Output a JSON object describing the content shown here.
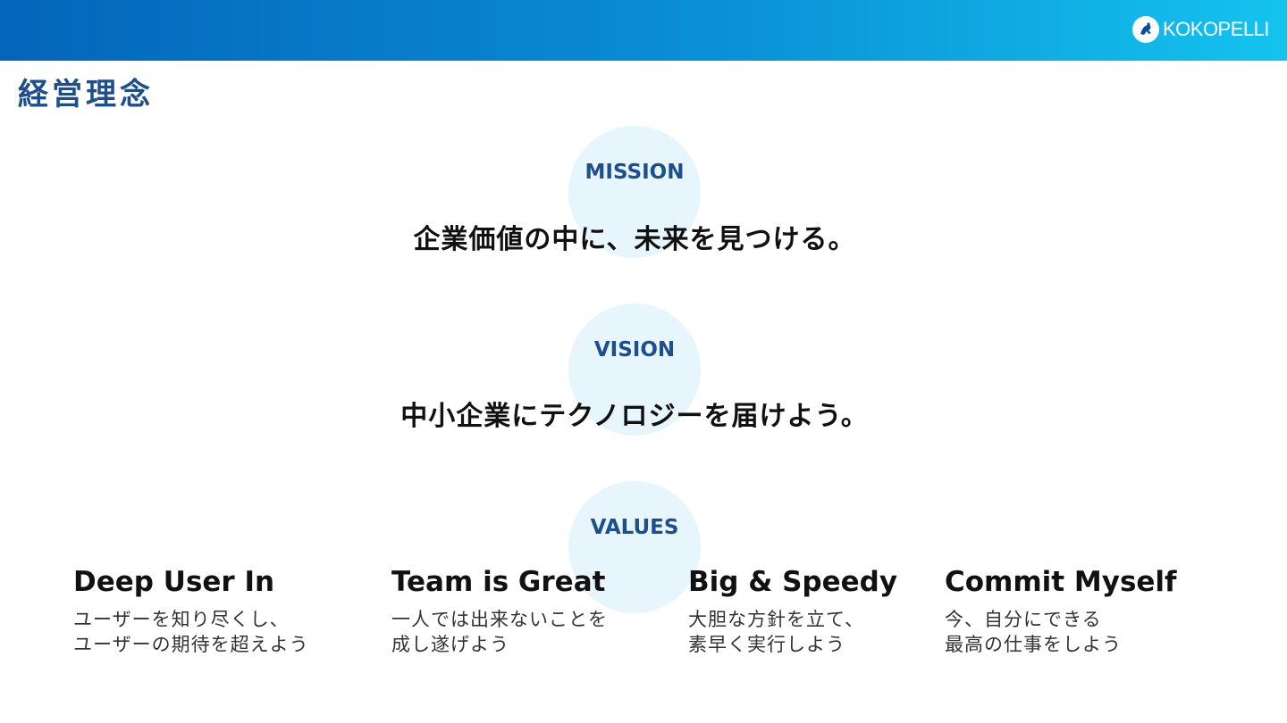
{
  "header": {
    "brand_name": "KOKOPELLI",
    "brand_accent": "#0a8fd6"
  },
  "page": {
    "title": "経営理念",
    "title_color": "#1e4f8c",
    "circle_color": "#e6f6fc"
  },
  "mission": {
    "label": "MISSION",
    "statement": "企業価値の中に、未来を見つける。"
  },
  "vision": {
    "label": "VISION",
    "statement": "中小企業にテクノロジーを届けよう。"
  },
  "values": {
    "label": "VALUES",
    "items": [
      {
        "title": "Deep User In",
        "desc_line1": "ユーザーを知り尽くし、",
        "desc_line2": "ユーザーの期待を超えよう"
      },
      {
        "title": "Team is Great",
        "desc_line1": "一人では出来ないことを",
        "desc_line2": "成し遂げよう"
      },
      {
        "title": "Big & Speedy",
        "desc_line1": "大胆な方針を立て、",
        "desc_line2": "素早く実行しよう"
      },
      {
        "title": "Commit Myself",
        "desc_line1": "今、自分にできる",
        "desc_line2": "最高の仕事をしよう"
      }
    ]
  }
}
